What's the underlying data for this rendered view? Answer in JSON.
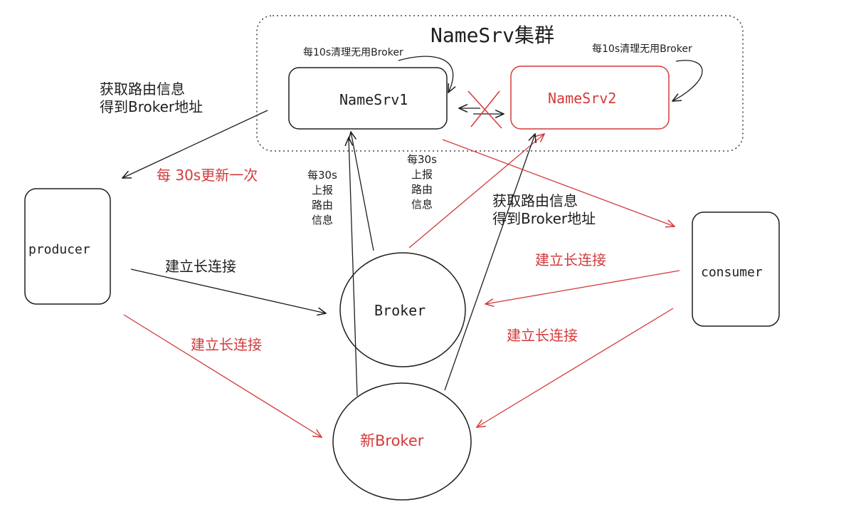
{
  "diagram": {
    "cluster_title": "NameSrv集群",
    "nodes": {
      "namesrv1": "NameSrv1",
      "namesrv2": "NameSrv2",
      "producer": "producer",
      "broker": "Broker",
      "new_broker": "新Broker",
      "consumer": "consumer"
    },
    "labels": {
      "cleanup_left": "每10s清理无用Broker",
      "cleanup_right": "每10s清理无用Broker",
      "route_producer": "获取路由信息\n得到Broker地址",
      "route_consumer": "获取路由信息\n得到Broker地址",
      "update_30s": "每 30s更新一次",
      "report_left": "每30s\n上报\n路由\n信息",
      "report_right": "每30s\n上报\n路由\n信息",
      "conn_producer_broker": "建立长连接",
      "conn_producer_newbroker": "建立长连接",
      "conn_consumer_broker": "建立长连接",
      "conn_consumer_newbroker": "建立长连接"
    },
    "colors": {
      "ink": "#1e1e1e",
      "accent": "#d33a3a"
    }
  }
}
